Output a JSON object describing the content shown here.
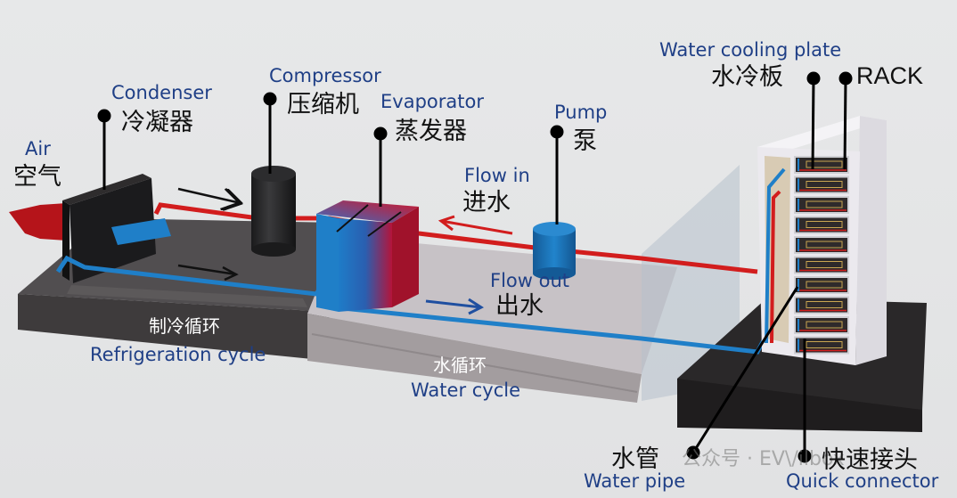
{
  "diagram": {
    "title": "Liquid cooling system: refrigeration cycle and water cycle",
    "labels": {
      "air": {
        "en": "Air",
        "zh": "空气"
      },
      "condenser": {
        "en": "Condenser",
        "zh": "冷凝器"
      },
      "compressor": {
        "en": "Compressor",
        "zh": "压缩机"
      },
      "evaporator": {
        "en": "Evaporator",
        "zh": "蒸发器"
      },
      "pump": {
        "en": "Pump",
        "zh": "泵"
      },
      "flow_in": {
        "en": "Flow in",
        "zh": "进水"
      },
      "flow_out": {
        "en": "Flow out",
        "zh": "出水"
      },
      "water_cooling_plate": {
        "en": "Water cooling plate",
        "zh": "水冷板"
      },
      "rack": {
        "en": "RACK"
      },
      "refrigeration_cycle": {
        "en": "Refrigeration cycle",
        "zh": "制冷循环"
      },
      "water_cycle": {
        "en": "Water cycle",
        "zh": "水循环"
      },
      "water_pipe": {
        "en": "Water pipe",
        "zh": "水管"
      },
      "quick_connector": {
        "en": "Quick connector",
        "zh": "快速接头"
      }
    },
    "watermark": "公众号 · EV\\/ilbox",
    "colors": {
      "label_en": "#1f3f86",
      "label_zh": "#111111",
      "hot_pipe": "#d21d1d",
      "cold_pipe": "#1f7fc8",
      "evaporator_cold": "#1e78c6",
      "evaporator_hot": "#c8142a",
      "condenser": "#1b1b1d",
      "compressor": "#222224",
      "pump": "#1f74b8",
      "refrigeration_base": "#4a4748",
      "water_base": "#b5b0b4",
      "rack_base": "#2b2a2b",
      "rack_body": "#f4f3f6",
      "background": "#e4e5e6"
    }
  }
}
